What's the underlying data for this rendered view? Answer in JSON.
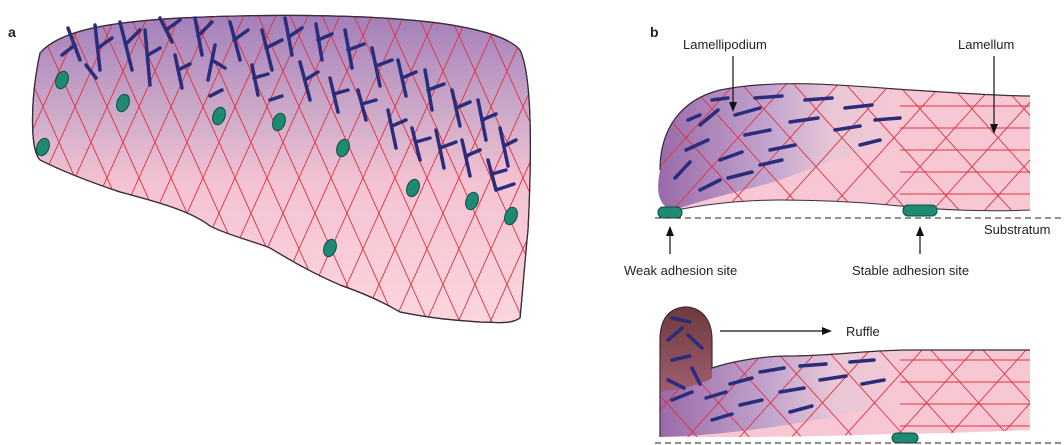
{
  "panel_a": {
    "letter": "a"
  },
  "panel_b": {
    "letter": "b",
    "labels": {
      "lamellipodium": "Lamellipodium",
      "lamellum": "Lamellum",
      "substratum": "Substratum",
      "weak_adhesion": "Weak adhesion site",
      "stable_adhesion": "Stable adhesion site",
      "ruffle": "Ruffle"
    }
  },
  "colors": {
    "cell_pink": "#f7c4d1",
    "lamellipodium_purple": "#a880b8",
    "mesh_red": "#e0303f",
    "actin_navy": "#2a2d7c",
    "adhesion_teal": "#1f8a72",
    "ruffle_brown": "#7a3e3e"
  }
}
